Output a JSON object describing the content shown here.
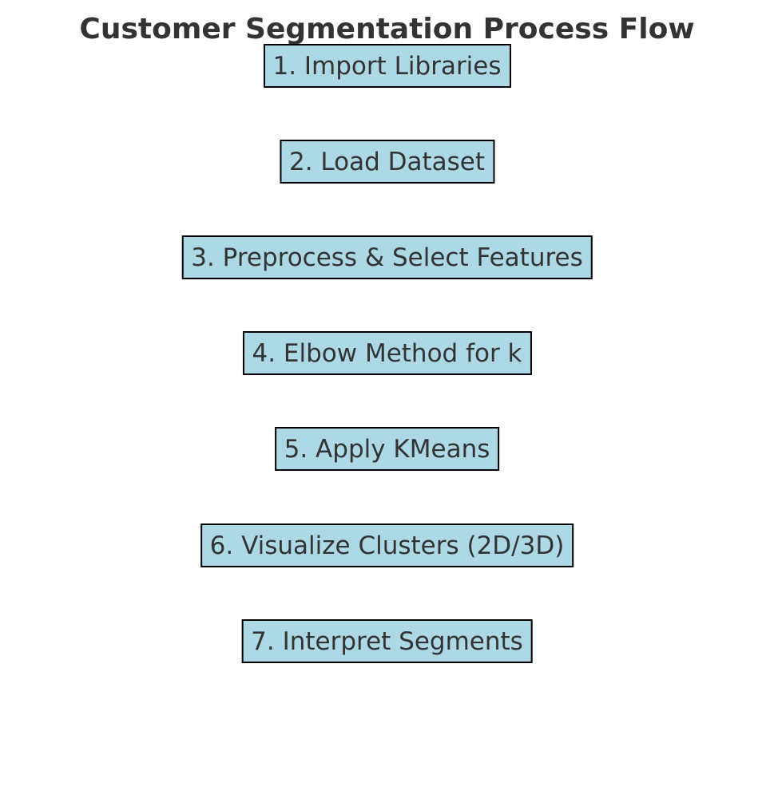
{
  "title": "Customer Segmentation Process Flow",
  "box_color": "#add8e6",
  "border_color": "#000000",
  "text_color": "#333333",
  "steps": [
    {
      "label": "1. Import Libraries"
    },
    {
      "label": "2. Load Dataset"
    },
    {
      "label": "3. Preprocess & Select Features"
    },
    {
      "label": "4. Elbow Method for k"
    },
    {
      "label": "5. Apply KMeans"
    },
    {
      "label": "6. Visualize Clusters (2D/3D)"
    },
    {
      "label": "7. Interpret Segments"
    }
  ]
}
